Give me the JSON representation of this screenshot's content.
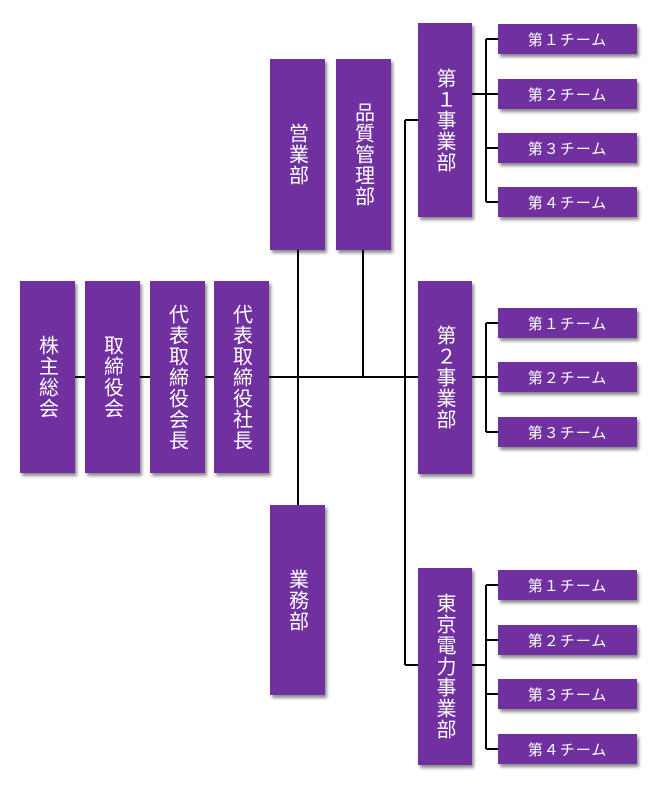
{
  "org_chart": {
    "nodes": {
      "shareholders_meeting": "株主総会",
      "board": "取締役会",
      "chairman": "代表取締役会長",
      "president": "代表取締役社長",
      "sales": "営業部",
      "quality": "品質管理部",
      "general_affairs": "業務部",
      "div1": "第１事業部",
      "div2": "第２事業部",
      "tokyo_power": "東京電力事業部"
    },
    "div1_teams": [
      "第１チーム",
      "第２チーム",
      "第３チーム",
      "第４チーム"
    ],
    "div2_teams": [
      "第１チーム",
      "第２チーム",
      "第３チーム"
    ],
    "tokyo_teams": [
      "第１チーム",
      "第２チーム",
      "第３チーム",
      "第４チーム"
    ],
    "colors": {
      "box": "#7030a0",
      "text": "#ffffff",
      "line": "#000000"
    }
  }
}
